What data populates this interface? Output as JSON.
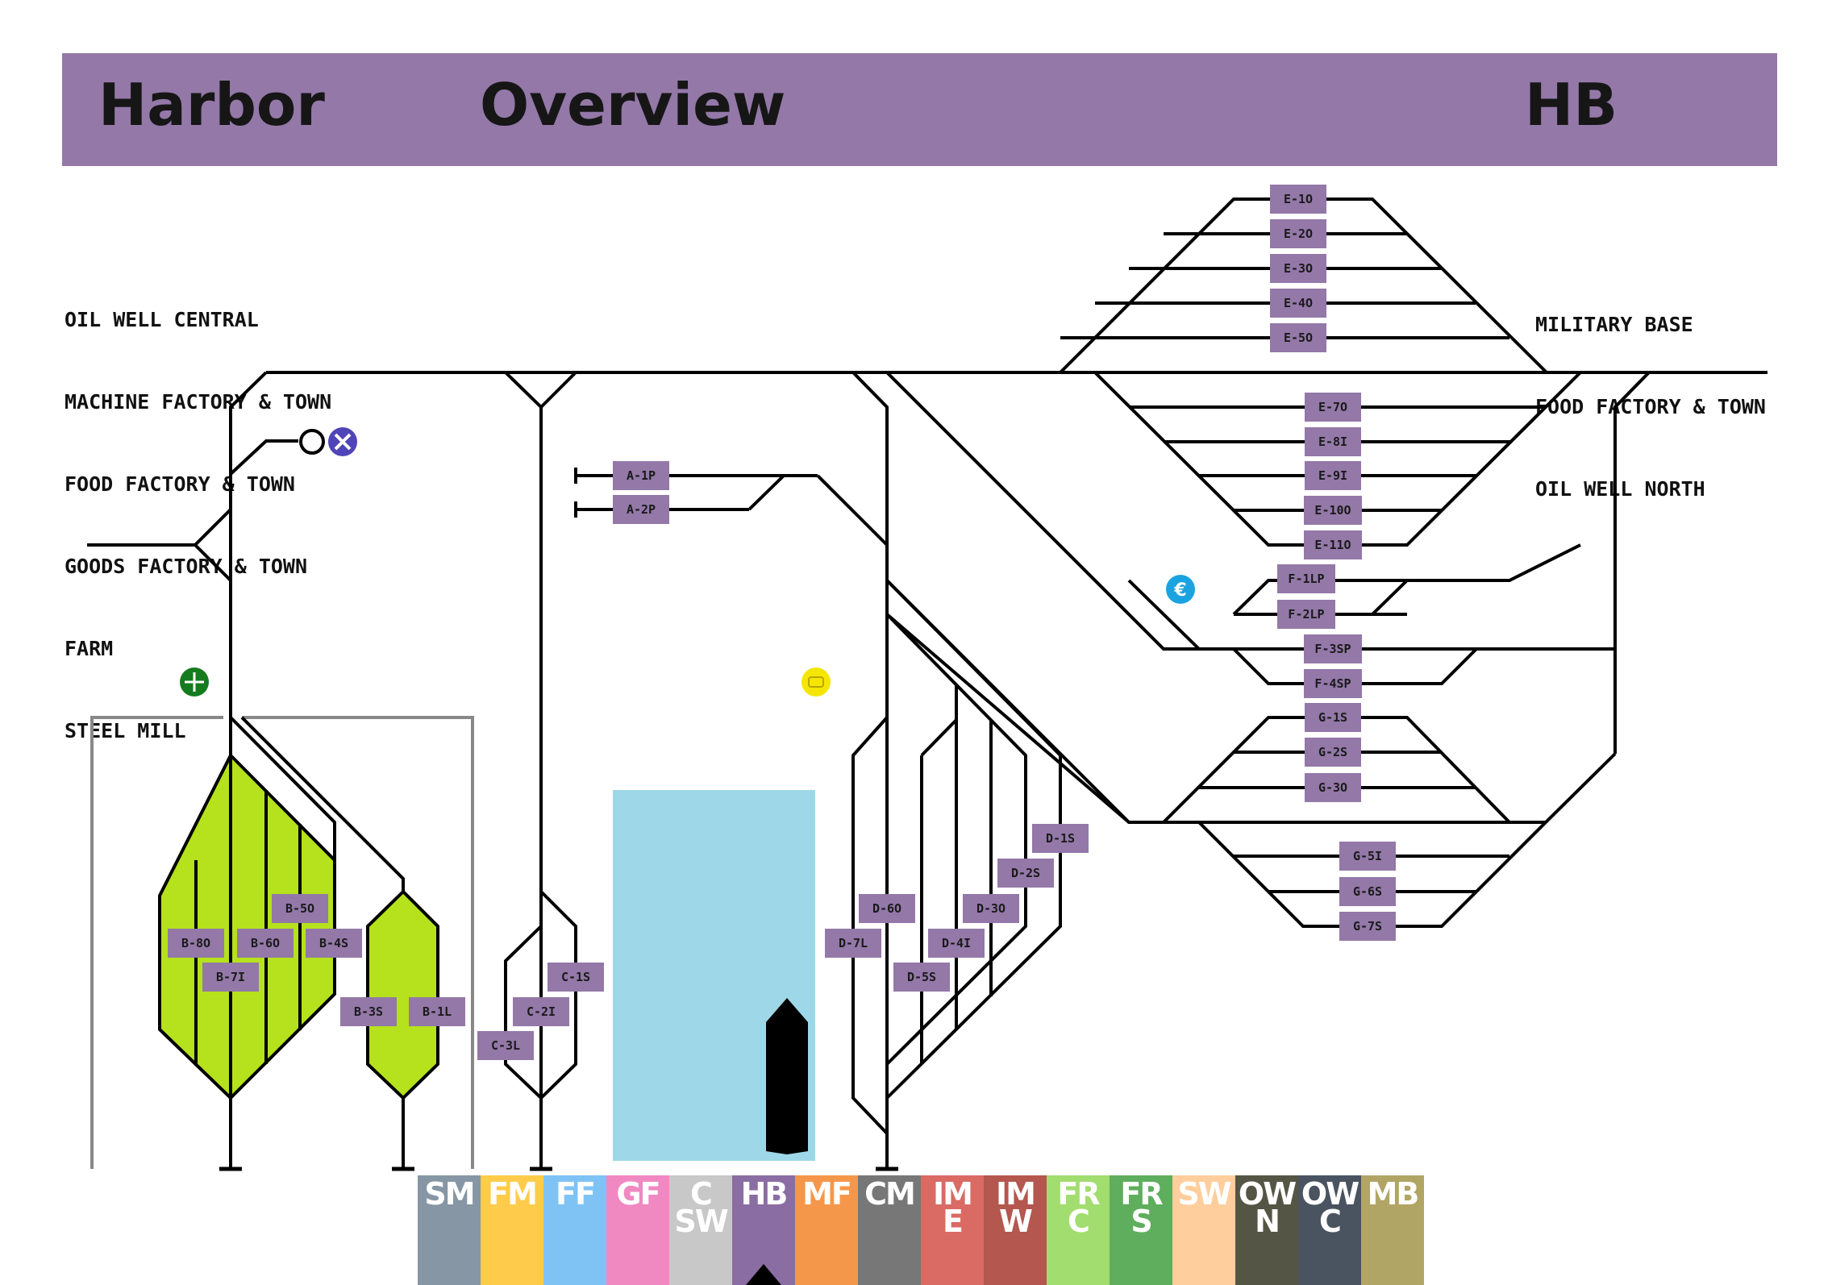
{
  "header": {
    "left": "Harbor",
    "center": "Overview",
    "right": "HB",
    "color": "#9378a8"
  },
  "destinations_left": [
    "OIL WELL CENTRAL",
    "MACHINE FACTORY & TOWN",
    "FOOD FACTORY & TOWN",
    "GOODS FACTORY & TOWN",
    "FARM",
    "STEEL MILL"
  ],
  "destinations_right": [
    "MILITARY BASE",
    "FOOD FACTORY & TOWN",
    "OIL WELL NORTH"
  ],
  "tracks": {
    "a": [
      "A-1P",
      "A-2P"
    ],
    "b": [
      "B-8O",
      "B-7I",
      "B-6O",
      "B-5O",
      "B-4S",
      "B-3S",
      "B-1L"
    ],
    "c": [
      "C-1S",
      "C-2I",
      "C-3L"
    ],
    "d": [
      "D-1S",
      "D-2S",
      "D-3O",
      "D-4I",
      "D-5S",
      "D-6O",
      "D-7L"
    ],
    "e": [
      "E-1O",
      "E-2O",
      "E-3O",
      "E-4O",
      "E-5O",
      "E-7O",
      "E-8I",
      "E-9I",
      "E-10O",
      "E-11O"
    ],
    "f": [
      "F-1LP",
      "F-2LP",
      "F-3SP",
      "F-4SP"
    ],
    "g": [
      "G-1S",
      "G-2S",
      "G-3O",
      "G-5I",
      "G-6S",
      "G-7S"
    ]
  },
  "icons": [
    "maintenance-icon",
    "fuel-icon",
    "phone-icon",
    "euro-icon"
  ],
  "colors": {
    "track_label": "#9378a8",
    "yard": "#b5e21c",
    "water": "#9ed8e8",
    "track_line": "#000000"
  },
  "tabs": [
    {
      "label": "SM",
      "color": "#8696a5"
    },
    {
      "label": "FM",
      "color": "#ffcb4a"
    },
    {
      "label": "FF",
      "color": "#7fc3f5"
    },
    {
      "label": "GF",
      "color": "#f088c2"
    },
    {
      "label": "C\nSW",
      "color": "#c8c8c8"
    },
    {
      "label": "HB",
      "color": "#8a6da3",
      "active": true
    },
    {
      "label": "MF",
      "color": "#f5974a"
    },
    {
      "label": "CM",
      "color": "#777777"
    },
    {
      "label": "IM\nE",
      "color": "#da6a64"
    },
    {
      "label": "IM\nW",
      "color": "#b4574e"
    },
    {
      "label": "FR\nC",
      "color": "#a2dd70"
    },
    {
      "label": "FR\nS",
      "color": "#5fae5d"
    },
    {
      "label": "SW",
      "color": "#ffce9c"
    },
    {
      "label": "OW\nN",
      "color": "#555545"
    },
    {
      "label": "OW\nC",
      "color": "#4a5360"
    },
    {
      "label": "MB",
      "color": "#b0a564"
    }
  ]
}
